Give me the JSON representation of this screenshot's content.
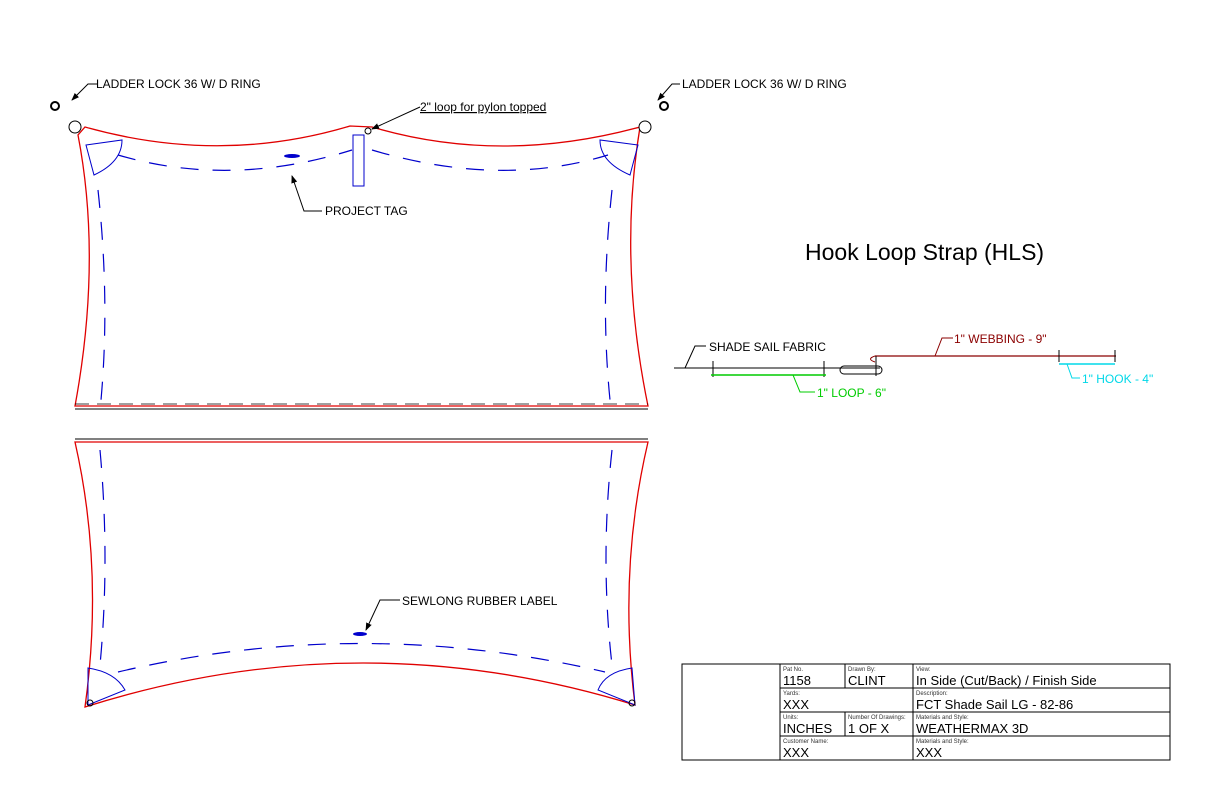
{
  "colors": {
    "outline": "#e00000",
    "seam": "#0000cc",
    "webbing": "#8b0000",
    "loop": "#00cc00",
    "hook": "#00d8e8"
  },
  "sail": {
    "ladder_lock_left": "LADDER LOCK 36 W/ D RING",
    "ladder_lock_right": "LADDER LOCK 36 W/ D RING",
    "pylon_loop": "2\" loop for pylon topped",
    "project_tag": "PROJECT TAG",
    "rubber_label": "SEWLONG RUBBER LABEL"
  },
  "hls": {
    "title": "Hook Loop Strap (HLS)",
    "fabric": "SHADE SAIL FABRIC",
    "webbing": "1\" WEBBING - 9\"",
    "loop": "1\" LOOP - 6\"",
    "hook": "1\" HOOK - 4\""
  },
  "title_block": {
    "pat_no_label": "Pat No.",
    "pat_no": "1158",
    "drawn_by_label": "Drawn By:",
    "drawn_by": "CLINT",
    "view_label": "View:",
    "view": "In Side (Cut/Back) / Finish Side",
    "yards_label": "Yards:",
    "yards": "XXX",
    "description_label": "Description:",
    "description": "FCT Shade Sail LG - 82-86",
    "units_label": "Units:",
    "units": "INCHES",
    "num_drawings_label": "Number Of Drawings:",
    "num_drawings": "1 OF X",
    "materials_label": "Materials and Style:",
    "materials": "WEATHERMAX 3D",
    "customer_label": "Customer Name:",
    "customer": "XXX",
    "materials2_label": "Materials and Style:",
    "materials2": "XXX"
  }
}
